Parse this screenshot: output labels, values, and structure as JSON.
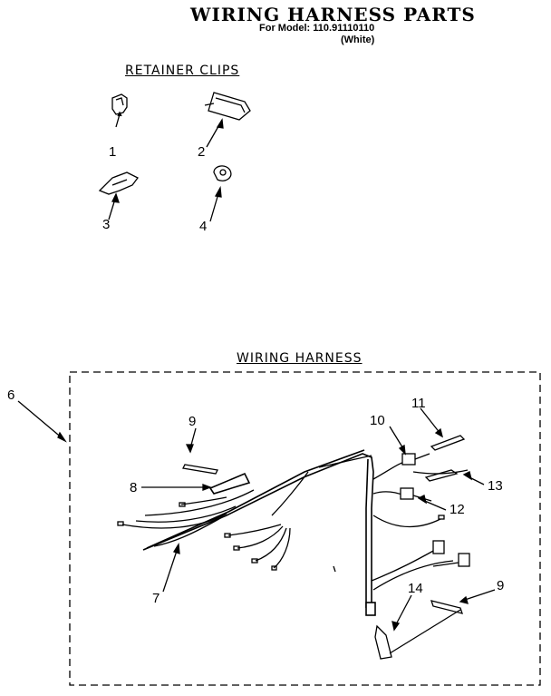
{
  "header": {
    "title": "WIRING HARNESS PARTS",
    "model_line": "For Model: 110.91110110",
    "color": "(White)"
  },
  "sections": {
    "retainer_clips": "RETAINER CLIPS",
    "wiring_harness": "WIRING HARNESS"
  },
  "callouts": {
    "c1": "1",
    "c2": "2",
    "c3": "3",
    "c4": "4",
    "c6": "6",
    "c7": "7",
    "c8": "8",
    "c9a": "9",
    "c9b": "9",
    "c10": "10",
    "c11": "11",
    "c12": "12",
    "c13": "13",
    "c14": "14"
  }
}
